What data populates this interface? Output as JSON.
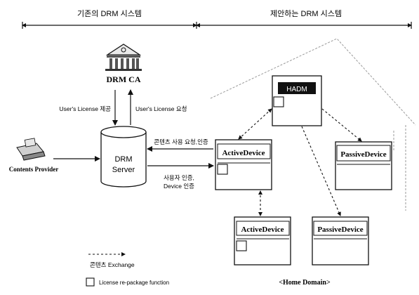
{
  "header": {
    "left_section_label": "기존의 DRM 시스템",
    "right_section_label": "제안하는 DRM 시스템"
  },
  "nodes": {
    "drm_ca": {
      "label": "DRM CA",
      "icon": "bank-building-icon"
    },
    "drm_server": {
      "label_line1": "DRM",
      "label_line2": "Server",
      "icon": "database-cylinder-icon"
    },
    "contents_provider": {
      "label": "Contents Provider",
      "icon": "computer-icon"
    },
    "hadm": {
      "label": "HADM"
    },
    "active_device_1": {
      "label": "ActiveDevice"
    },
    "passive_device_1": {
      "label": "PassiveDevice"
    },
    "active_device_2": {
      "label": "ActiveDevice"
    },
    "passive_device_2": {
      "label": "PassiveDevice"
    }
  },
  "edges": {
    "license_issue": "User's License 제공",
    "license_request": "User's License 요청",
    "content_request": "콘텐츠 사용 요청,인증",
    "user_auth": "사용자 인증,",
    "device_auth": "Device 인증"
  },
  "legend": {
    "exchange_label": "콘텐츠 Exchange",
    "repackage_label": "License re-package function"
  },
  "home_domain_label": "<Home Domain>",
  "colors": {
    "line": "#111111",
    "hadm_label_bg": "#111111",
    "hadm_label_text": "#ffffff",
    "house_outline": "#9a9a9a"
  }
}
